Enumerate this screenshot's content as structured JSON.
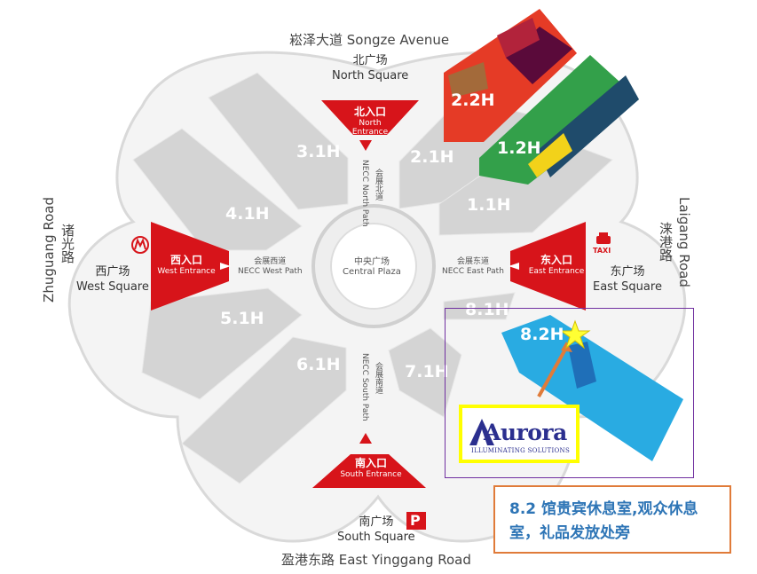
{
  "roads": {
    "north": "崧泽大道 Songze Avenue",
    "south": "盈港东路 East Yinggang Road",
    "west_cn": "诸光路",
    "west_en": "Zhuguang Road",
    "east_cn": "涞港路",
    "east_en": "Laigang Road"
  },
  "squares": {
    "north": {
      "cn": "北广场",
      "en": "North Square"
    },
    "south": {
      "cn": "南广场",
      "en": "South Square"
    },
    "west": {
      "cn": "西广场",
      "en": "West Square"
    },
    "east": {
      "cn": "东广场",
      "en": "East Square"
    }
  },
  "entrances": {
    "north": {
      "cn": "北入口",
      "en1": "North",
      "en2": "Entrance"
    },
    "south": {
      "cn": "南入口",
      "en": "South Entrance"
    },
    "west": {
      "cn": "西入口",
      "en": "West Entrance"
    },
    "east": {
      "cn": "东入口",
      "en": "East Entrance"
    }
  },
  "paths": {
    "north": {
      "cn": "会展北道",
      "en": "NECC North Path"
    },
    "south": {
      "cn": "会展南道",
      "en": "NECC South Path"
    },
    "west": {
      "cn": "会展西道",
      "en": "NECC West Path"
    },
    "east": {
      "cn": "会展东道",
      "en": "NECC East Path"
    }
  },
  "plaza": {
    "cn": "中央广场",
    "en": "Central Plaza"
  },
  "halls": {
    "h31": "3.1H",
    "h21": "2.1H",
    "h11": "1.1H",
    "h41": "4.1H",
    "h51": "5.1H",
    "h61": "6.1H",
    "h71": "7.1H",
    "h81": "8.1H",
    "h22": "2.2H",
    "h12": "1.2H",
    "h82": "8.2H"
  },
  "icons": {
    "parking": "P",
    "taxi": "TAXI",
    "metro": "metro-icon"
  },
  "logo": {
    "name": "Aurora",
    "tagline": "ILLUMINATING SOLUTIONS"
  },
  "info_text": "8.2 馆贵宾休息室,观众休息室，礼品发放处旁",
  "colors": {
    "entrance_red": "#d7141a",
    "hall_grey": "#d4d4d4",
    "hall_82_blue": "#29abe2",
    "info_blue": "#2e75b6",
    "info_border": "#e07b39",
    "logo_border": "#ffff00",
    "highlight_border": "#7030a0",
    "star": "#ffff33"
  }
}
